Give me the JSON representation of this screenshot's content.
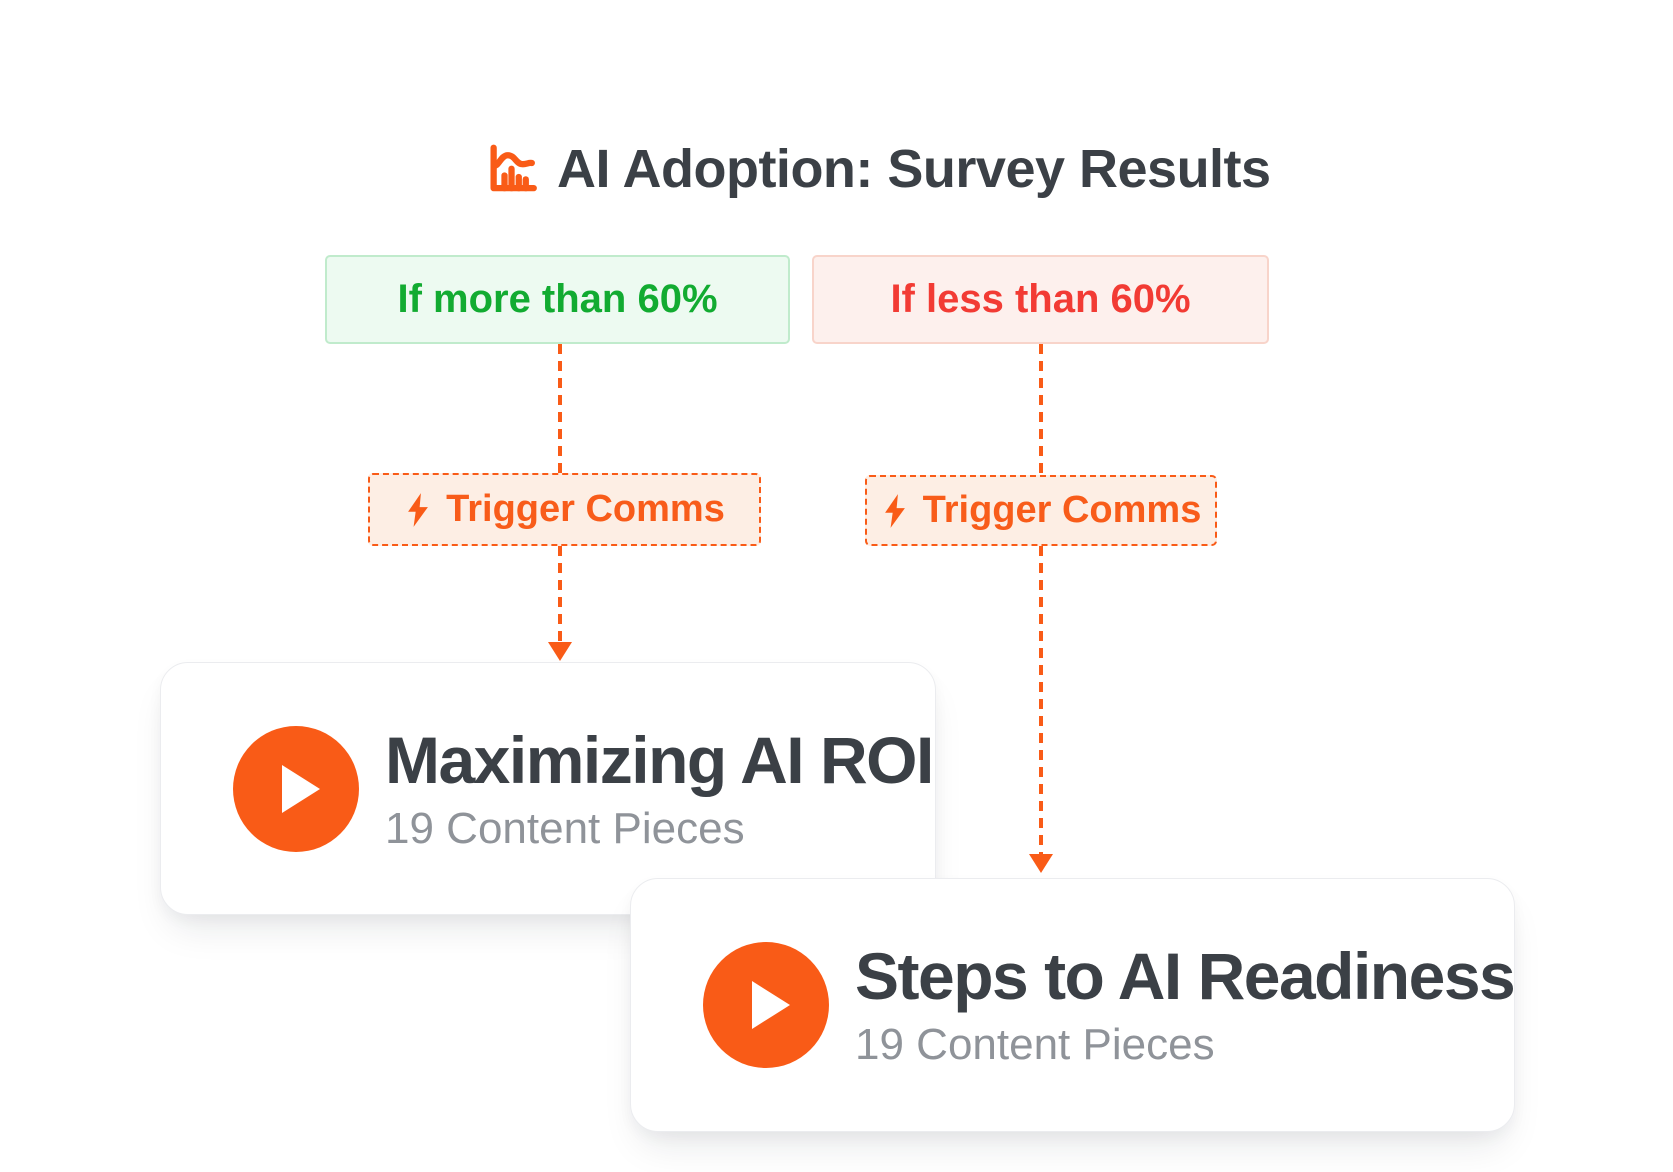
{
  "header": {
    "title": "AI Adoption: Survey Results",
    "icon": "histogram-chart-icon"
  },
  "branches": [
    {
      "condition": {
        "label": "If more than 60%",
        "type": "positive",
        "text_color": "#12ab31",
        "bg_color": "#edfaf1",
        "border_color": "#c0ebcc"
      },
      "trigger": {
        "label": "Trigger Comms",
        "icon": "lightning-icon"
      },
      "card": {
        "title": "Maximizing AI ROI",
        "subtitle": "19 Content Pieces",
        "icon": "play-icon"
      }
    },
    {
      "condition": {
        "label": "If less than 60%",
        "type": "negative",
        "text_color": "#f23b34",
        "bg_color": "#fdf0ed",
        "border_color": "#f8d4ca"
      },
      "trigger": {
        "label": "Trigger Comms",
        "icon": "lightning-icon"
      },
      "card": {
        "title": "Steps to AI Readiness",
        "subtitle": "19 Content Pieces",
        "icon": "play-icon"
      }
    }
  ],
  "colors": {
    "accent_orange": "#f95b17",
    "trigger_bg": "#fdeee4",
    "title_dark": "#3b4046",
    "subtitle_gray": "#8f9399",
    "card_border": "#ebecef",
    "page_bg": "#ffffff"
  }
}
